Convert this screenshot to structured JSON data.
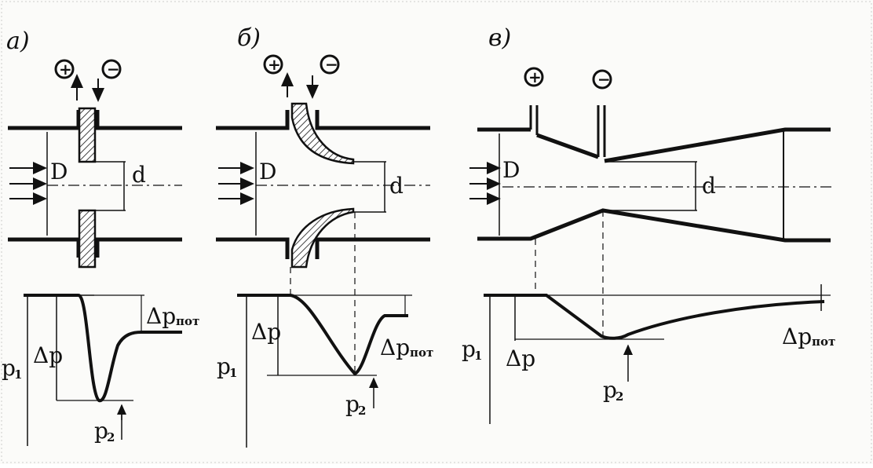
{
  "panels": [
    {
      "id": "a",
      "panel_label": "а)",
      "plus": "+",
      "minus": "−",
      "D": "D",
      "d": "d",
      "p1": "p",
      "p1_sub": "1",
      "dp": "Δp",
      "dp_loss": "Δp",
      "dp_loss_sub": "пот",
      "p2": "p",
      "p2_sub": "2"
    },
    {
      "id": "b",
      "panel_label": "б)",
      "plus": "+",
      "minus": "−",
      "D": "D",
      "d": "d",
      "p1": "p",
      "p1_sub": "1",
      "dp": "Δp",
      "dp_loss": "Δp",
      "dp_loss_sub": "пот",
      "p2": "p",
      "p2_sub": "2"
    },
    {
      "id": "c",
      "panel_label": "в)",
      "plus": "+",
      "minus": "−",
      "D": "D",
      "d": "d",
      "p1": "p",
      "p1_sub": "1",
      "dp": "Δp",
      "dp_loss": "Δp",
      "dp_loss_sub": "пот",
      "p2": "p",
      "p2_sub": "2"
    }
  ]
}
